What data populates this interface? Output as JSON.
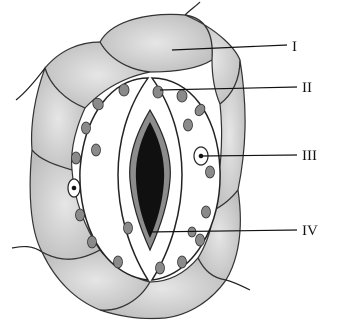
{
  "colors": {
    "background": "#ffffff",
    "epidermal_cell": "#c9c9c9",
    "epidermal_cell_light": "#e4e4e4",
    "outline": "#333333",
    "guard_cell": "#ffffff",
    "chloroplast": "#8a8a8a",
    "pore": "#101010",
    "pore_wall": "#8c8c8c"
  },
  "labels": {
    "I": "I",
    "II": "II",
    "III": "III",
    "IV": "IV"
  }
}
